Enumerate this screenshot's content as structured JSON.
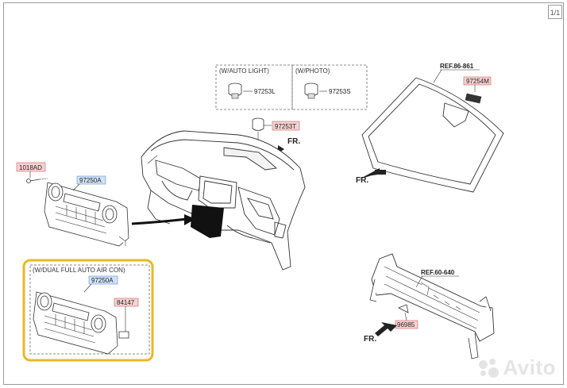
{
  "page_indicator": "1/1",
  "watermark": "Avito",
  "variant_labels": {
    "auto_light": "(W/AUTO LIGHT)",
    "photo": "(W/PHOTO)",
    "dual_full_auto": "(W/DUAL FULL AUTO AIR CON)"
  },
  "refs": {
    "windshield": "REF.86-861",
    "crossmember": "REF.60-640"
  },
  "parts": {
    "screw": "1018AD",
    "control_upper": "97250A",
    "control_lower": "97250A",
    "harness": "84147",
    "auto_light_sensor": "97253L",
    "photo_sensor": "97253S",
    "dash_sensor": "97253T",
    "windshield_sensor": "97254M",
    "crossmember_part": "96985"
  },
  "front_labels": [
    "FR.",
    "FR.",
    "FR."
  ],
  "colors": {
    "highlight_border": "#e8b923",
    "part_red_fill": "#f6d2d2",
    "part_red_border": "#d45a5a",
    "part_blue_fill": "#cfe2f7",
    "part_blue_border": "#5f8fcf"
  }
}
